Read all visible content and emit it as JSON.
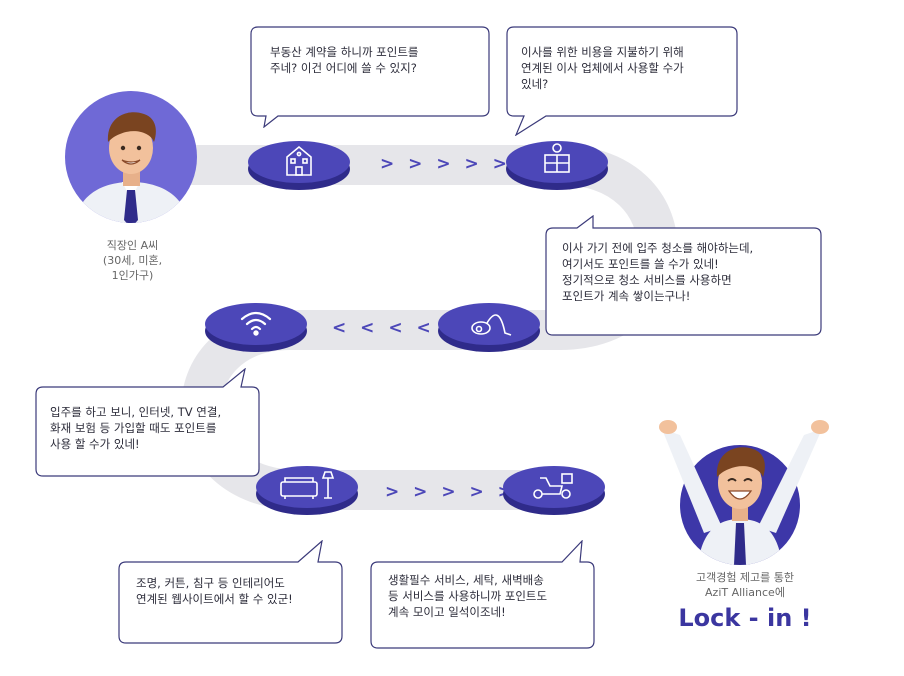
{
  "colors": {
    "accent": "#4c47b8",
    "accent_dark": "#2f2b8a",
    "track": "#e6e6ea",
    "bubble_border": "#3b3a7a"
  },
  "person_a": {
    "caption": "직장인 A씨\n(30세, 미혼,\n1인가구)"
  },
  "person_b": {
    "caption": "고객경험 제고를 통한\nAziT Alliance에",
    "headline": "Lock - in !"
  },
  "bubbles": [
    {
      "text": "부동산 계약을 하니까 포인트를\n주네? 이건 어디에 쓸 수 있지?"
    },
    {
      "text": "이사를 위한 비용을 지불하기 위해\n연계된 이사 업체에서 사용할 수가\n있네?"
    },
    {
      "text": "이사 가기 전에 입주 청소를 해야하는데,\n여기서도 포인트를 쓸 수가 있네!\n정기적으로 청소 서비스를 사용하면\n포인트가 계속 쌓이는구나!"
    },
    {
      "text": "입주를 하고 보니, 인터넷, TV 연결,\n화재 보험 등 가입할 때도 포인트를\n사용 할 수가 있네!"
    },
    {
      "text": "조명, 커튼, 침구 등 인테리어도\n연계된 웹사이트에서 할 수 있군!"
    },
    {
      "text": "생활필수 서비스, 세탁, 새벽배송\n등 서비스를 사용하니까 포인트도\n계속 모이고 일석이조네!"
    }
  ],
  "arrows": {
    "right": "> > > > >",
    "left": "< < < < <"
  },
  "icons": [
    "building-icon",
    "mover-box-icon",
    "vacuum-cleaner-icon",
    "wifi-icon",
    "furniture-sofa-lamp-icon",
    "delivery-scooter-icon"
  ]
}
